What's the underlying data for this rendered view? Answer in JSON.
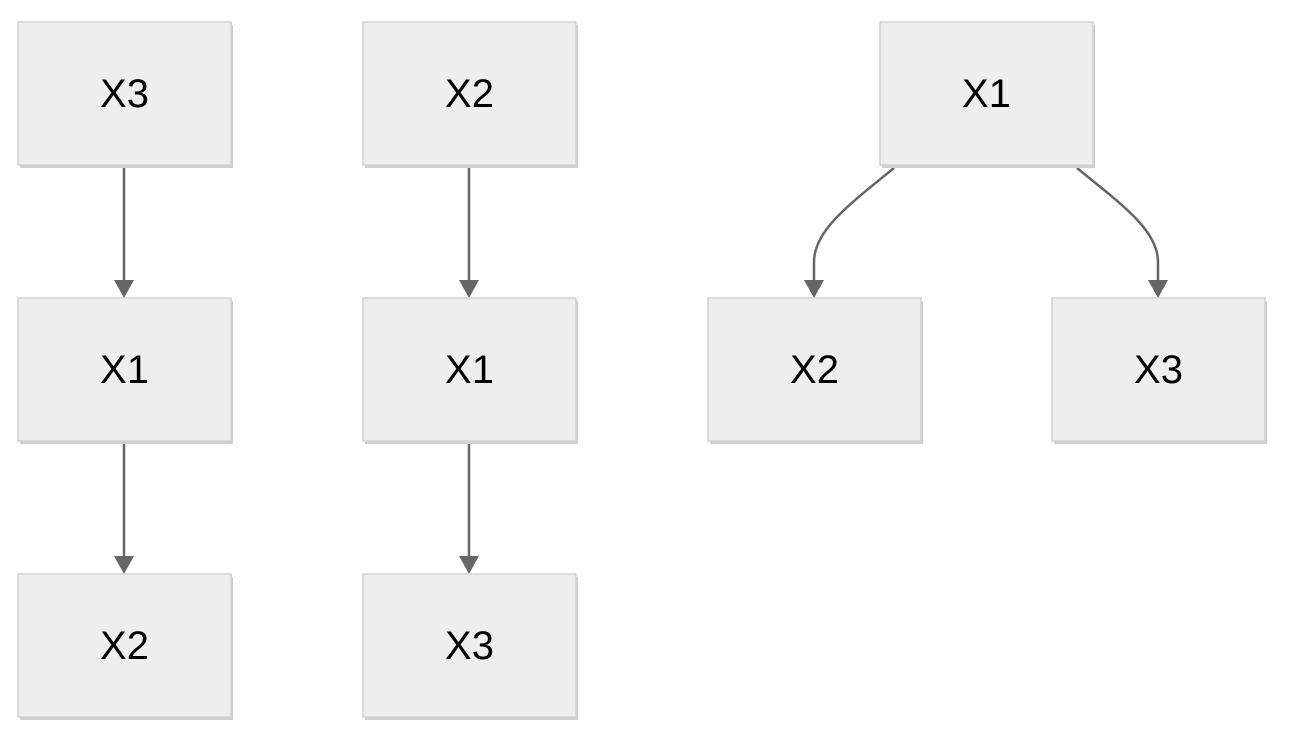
{
  "diagrams": [
    {
      "nodes": [
        {
          "id": "a-top",
          "label": "X3"
        },
        {
          "id": "a-mid",
          "label": "X1"
        },
        {
          "id": "a-bot",
          "label": "X2"
        }
      ],
      "edges": [
        {
          "from": "a-top",
          "to": "a-mid"
        },
        {
          "from": "a-mid",
          "to": "a-bot"
        }
      ]
    },
    {
      "nodes": [
        {
          "id": "b-top",
          "label": "X2"
        },
        {
          "id": "b-mid",
          "label": "X1"
        },
        {
          "id": "b-bot",
          "label": "X3"
        }
      ],
      "edges": [
        {
          "from": "b-top",
          "to": "b-mid"
        },
        {
          "from": "b-mid",
          "to": "b-bot"
        }
      ]
    },
    {
      "nodes": [
        {
          "id": "c-root",
          "label": "X1"
        },
        {
          "id": "c-left",
          "label": "X2"
        },
        {
          "id": "c-right",
          "label": "X3"
        }
      ],
      "edges": [
        {
          "from": "c-root",
          "to": "c-left"
        },
        {
          "from": "c-root",
          "to": "c-right"
        }
      ]
    }
  ],
  "colors": {
    "node_fill": "#eeeeee",
    "node_border": "#d2d2d2",
    "edge": "#666666",
    "text": "#000000"
  }
}
